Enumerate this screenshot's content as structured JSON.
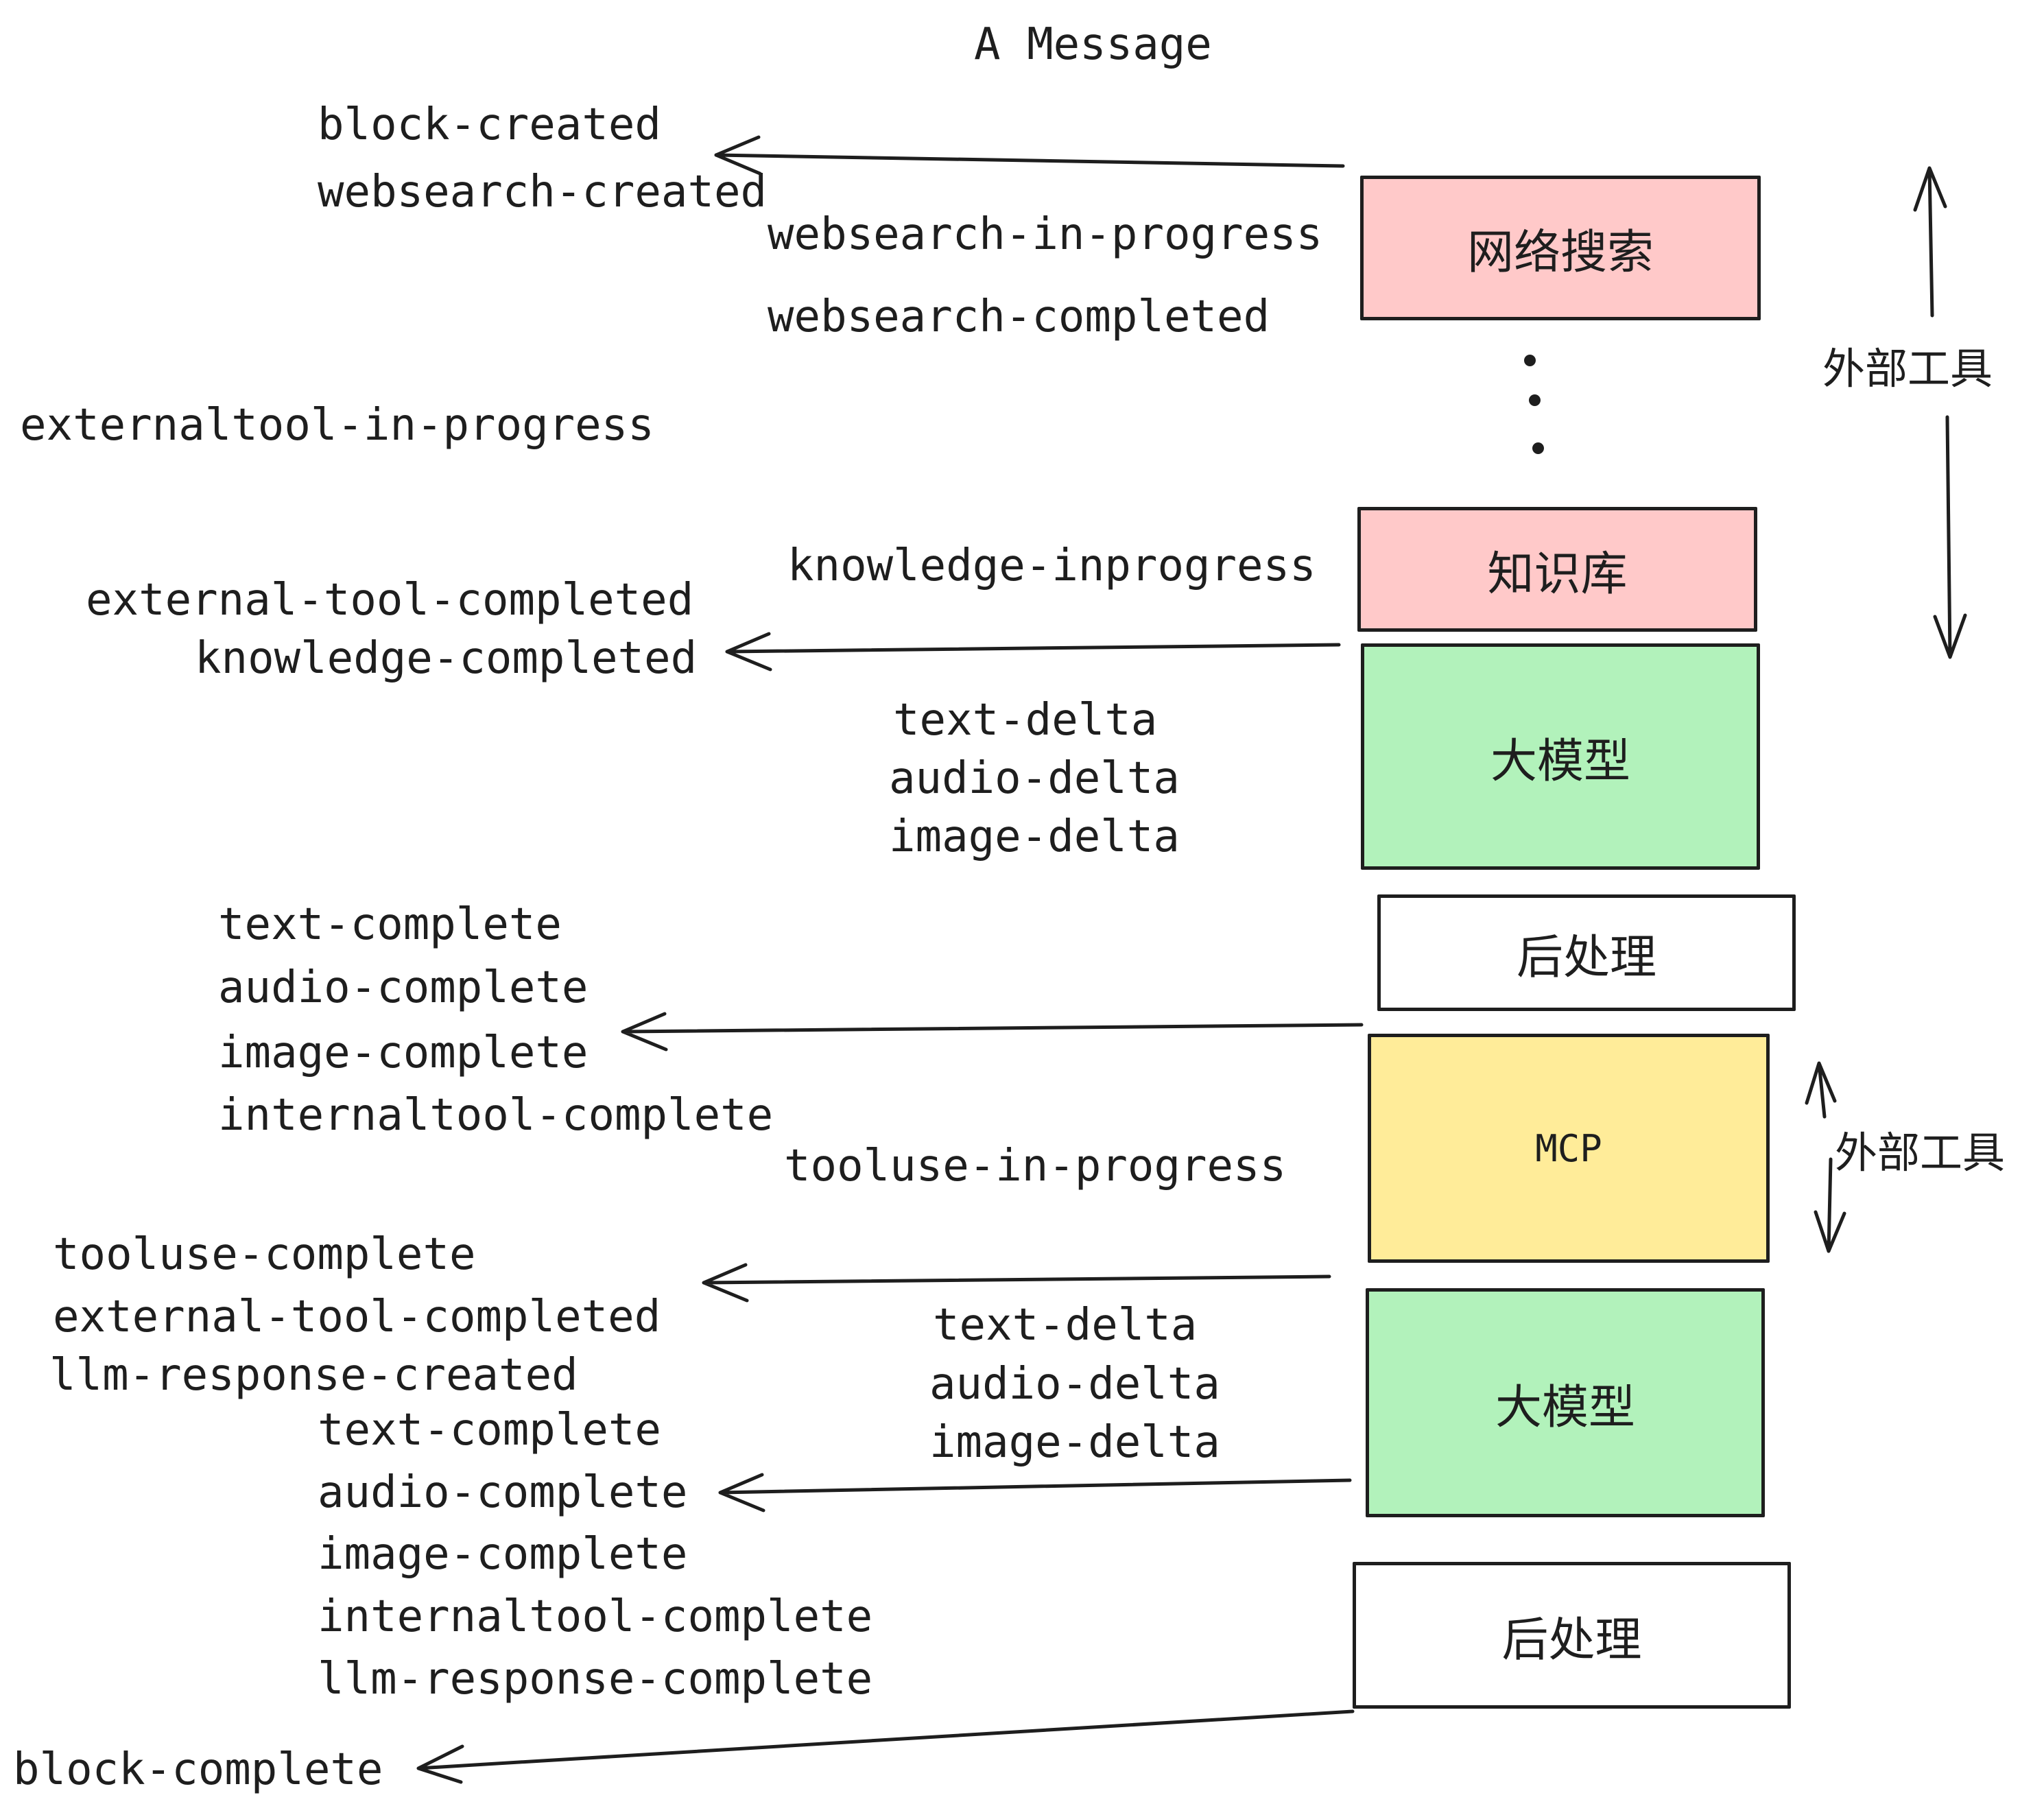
{
  "title": "A Message",
  "colors": {
    "stroke": "#1e1e1e",
    "box_pink": "#ffc9c9",
    "box_green": "#b2f2bb",
    "box_yellow": "#ffec99",
    "box_white": "#ffffff",
    "background": "#ffffff"
  },
  "boxes": {
    "websearch": {
      "label": "网络搜索"
    },
    "knowledge": {
      "label": "知识库"
    },
    "llm_top": {
      "label": "大模型"
    },
    "post_top": {
      "label": "后处理"
    },
    "mcp": {
      "label": "MCP"
    },
    "llm_bottom": {
      "label": "大模型"
    },
    "post_bottom": {
      "label": "后处理"
    }
  },
  "side_labels": {
    "external_tools_top": "外部工具",
    "external_tools_bottom": "外部工具"
  },
  "events": {
    "block_created": "block-created",
    "websearch_created": "websearch-created",
    "websearch_in_progress": "websearch-in-progress",
    "websearch_completed": "websearch-completed",
    "externaltool_in_progress": "externaltool-in-progress",
    "knowledge_inprogress": "knowledge-inprogress",
    "external_tool_completed_top": "external-tool-completed",
    "knowledge_completed": "knowledge-completed",
    "text_delta_top": "text-delta",
    "audio_delta_top": "audio-delta",
    "image_delta_top": "image-delta",
    "text_complete_top": "text-complete",
    "audio_complete_top": "audio-complete",
    "image_complete_top": "image-complete",
    "internaltool_complete_top": "internaltool-complete",
    "tooluse_in_progress": "tooluse-in-progress",
    "tooluse_complete": "tooluse-complete",
    "external_tool_completed_bottom": "external-tool-completed",
    "llm_response_created": "llm-response-created",
    "text_delta_bottom": "text-delta",
    "audio_delta_bottom": "audio-delta",
    "image_delta_bottom": "image-delta",
    "text_complete_bottom": "text-complete",
    "audio_complete_bottom": "audio-complete",
    "image_complete_bottom": "image-complete",
    "internaltool_complete_bottom": "internaltool-complete",
    "llm_response_complete": "llm-response-complete",
    "block_complete": "block-complete"
  }
}
